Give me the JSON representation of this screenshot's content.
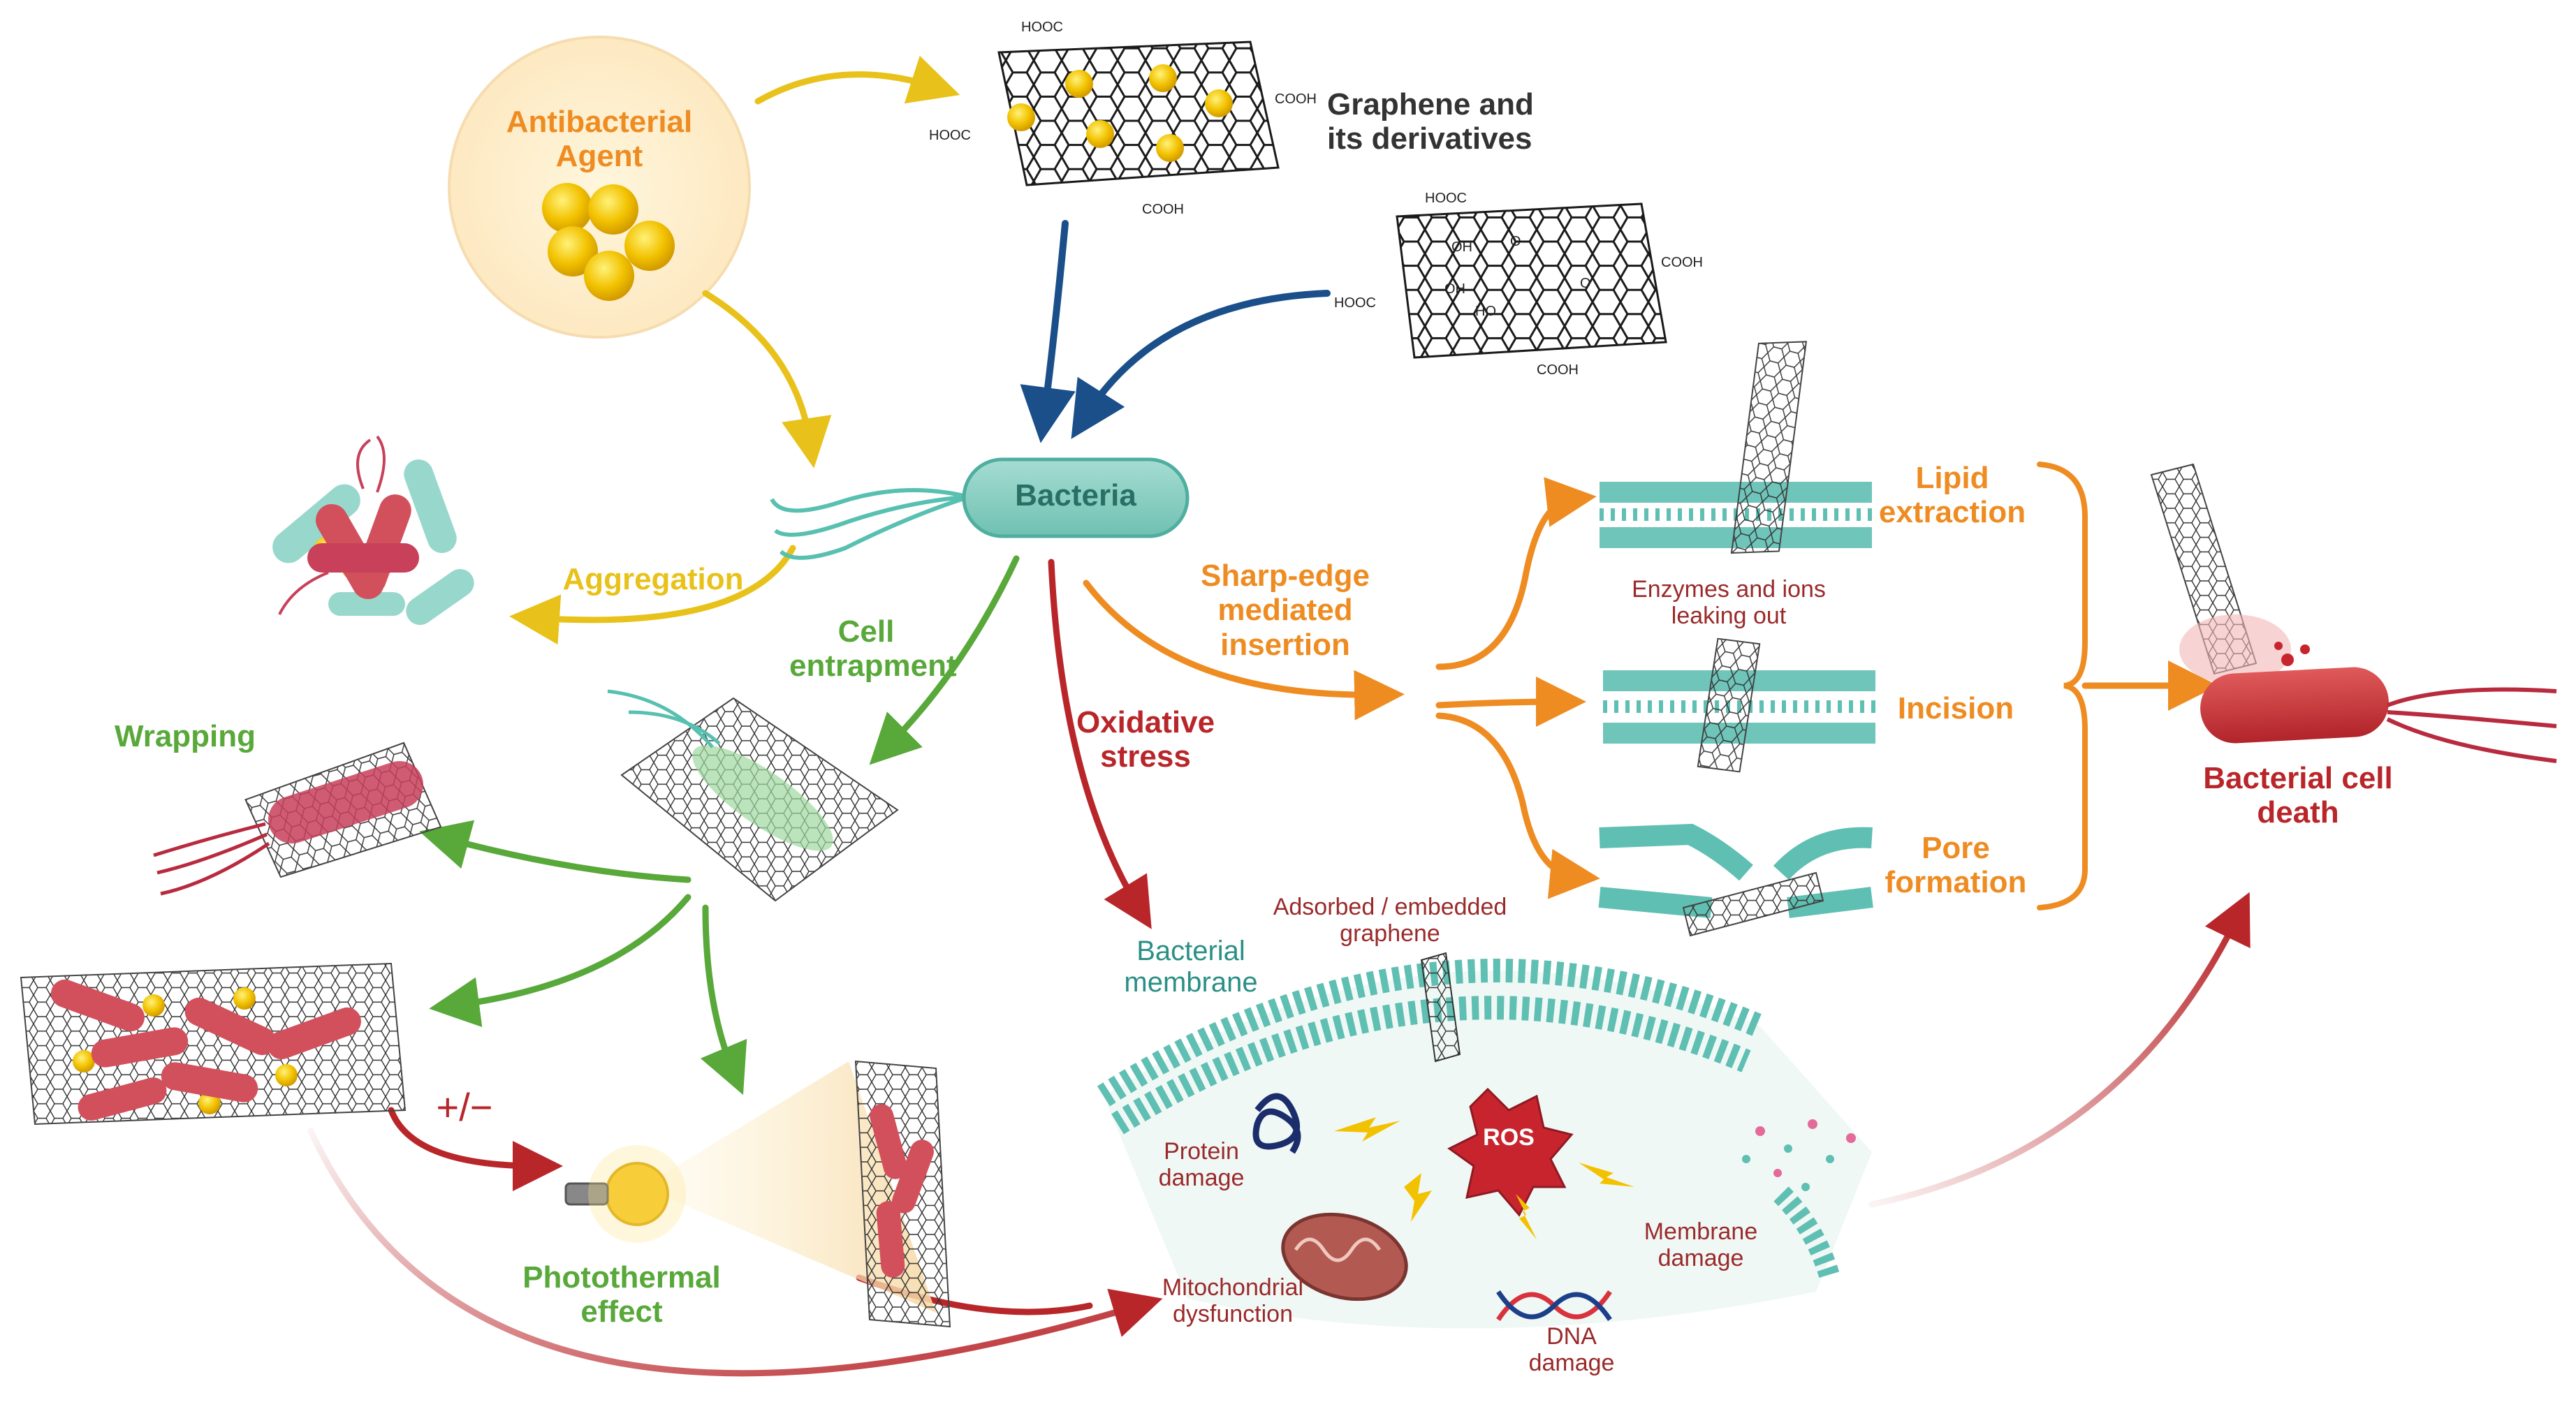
{
  "labels": {
    "antibacterial_agent": "Antibacterial\nAgent",
    "graphene_derivatives": "Graphene and\nits derivatives",
    "bacteria": "Bacteria",
    "aggregation": "Aggregation",
    "cell_entrapment": "Cell\nentrapment",
    "wrapping": "Wrapping",
    "sharp_edge": "Sharp-edge\nmediated\ninsertion",
    "oxidative_stress": "Oxidative\nstress",
    "lipid_extraction": "Lipid\nextraction",
    "enzymes_ions": "Enzymes and ions\nleaking out",
    "incision": "Incision",
    "pore_formation": "Pore\nformation",
    "bacterial_cell_death": "Bacterial cell\ndeath",
    "adsorbed_graphene": "Adsorbed / embedded\ngraphene",
    "bacterial_membrane": "Bacterial\nmembrane",
    "ros": "ROS",
    "protein_damage": "Protein\ndamage",
    "membrane_damage": "Membrane\ndamage",
    "mitochondrial_dysfunction": "Mitochondrial\ndysfunction",
    "dna_damage": "DNA\ndamage",
    "photothermal_effect": "Photothermal\neffect",
    "plus_minus": "+/−"
  },
  "chem_groups": {
    "cooh_a": "HOOC",
    "cooh_b": "COOH",
    "oh": "OH",
    "ho": "HO",
    "o": "O"
  },
  "colors": {
    "yellow": "#e8c21a",
    "orange": "#ee8c22",
    "green": "#58a83a",
    "red": "#b8262a",
    "blue": "#1a4f8a",
    "teal": "#5fbfb2",
    "bacteria_red": "#c8405a"
  }
}
